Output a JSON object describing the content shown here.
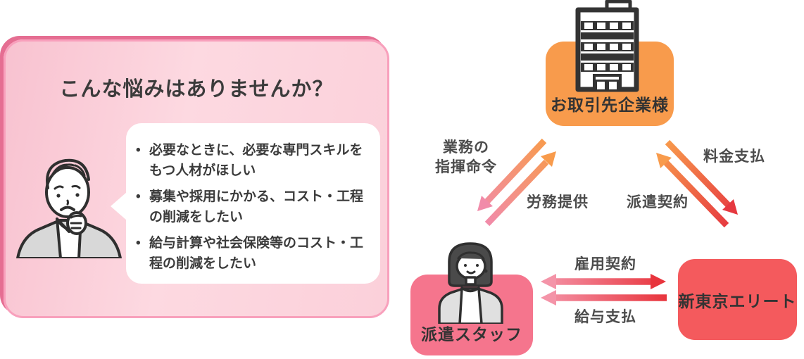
{
  "panel": {
    "title": "こんな悩みはありませんか？",
    "bullet_char": "•",
    "bullets": [
      "必要なときに、必要な専門スキルをもつ人材がほしい",
      "募集や採用にかかる、コスト・工程の削減をしたい",
      "給与計算や社会保険等のコスト・工程の削減をしたい"
    ]
  },
  "diagram": {
    "nodes": {
      "client": {
        "label": "お取引先企業様",
        "color": "#f89b4c"
      },
      "staff": {
        "label": "派遣スタッフ",
        "color": "#f5758d"
      },
      "agency": {
        "label": "新東京エリート",
        "color": "#f45a5d"
      }
    },
    "edges": {
      "direction": {
        "line1": "業務の",
        "line2": "指揮命令"
      },
      "labor": {
        "label": "労務提供"
      },
      "fee": {
        "label": "料金支払"
      },
      "dispatch": {
        "label": "派遣契約"
      },
      "employment": {
        "label": "雇用契約"
      },
      "salary": {
        "label": "給与支払"
      }
    }
  },
  "colors": {
    "arrow_orange": "#f89b4c",
    "arrow_pink": "#f18ba9",
    "arrow_red": "#e63940",
    "panel_border": "#f8a0bc",
    "panel_shadow": "#e56e92",
    "text_dark": "#3b3b3b",
    "label_gray": "#4c4c4c"
  }
}
